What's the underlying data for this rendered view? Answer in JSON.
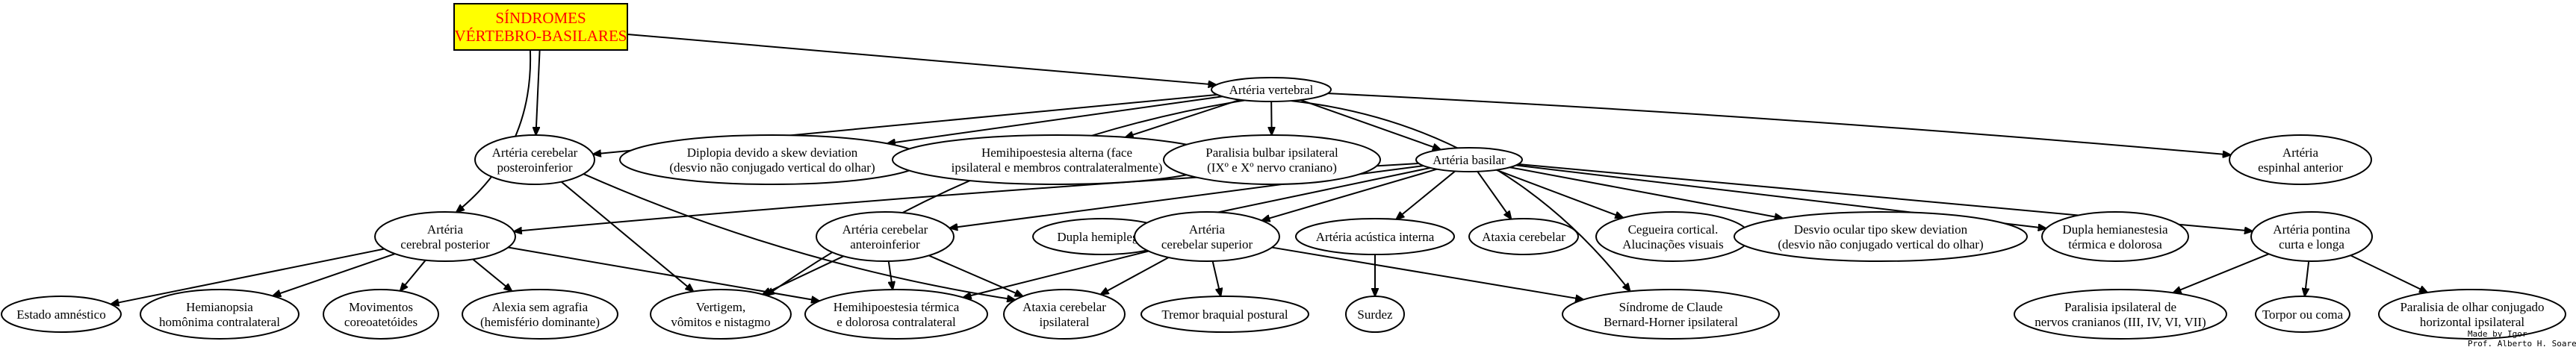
{
  "diagram": {
    "colors": {
      "root_fill": "#ffff00",
      "root_text": "#ff0000",
      "node_fill": "#ffffff",
      "stroke": "#000000"
    },
    "nodes": {
      "root": [
        "SÍNDROMES",
        "VÉRTEBRO-BASILARES"
      ],
      "arteria_vertebral": [
        "Artéria vertebral"
      ],
      "arteria_cerebelar_posteroinferior": [
        "Artéria cerebelar",
        "posteroinferior"
      ],
      "diplopia": [
        "Diplopia devido a skew deviation",
        "(desvio não conjugado vertical do olhar)"
      ],
      "hemihipoestesia_alterna": [
        "Hemihipoestesia alterna (face",
        "ipsilateral e membros contralateralmente)"
      ],
      "paralisia_bulbar": [
        "Paralisia bulbar ipsilateral",
        "(IXº e Xº nervo craniano)"
      ],
      "arteria_basilar": [
        "Artéria basilar"
      ],
      "arteria_espinhal_anterior": [
        "Artéria",
        "espinhal anterior"
      ],
      "arteria_cerebral_posterior": [
        "Artéria",
        "cerebral posterior"
      ],
      "arteria_cerebelar_anteroinferior": [
        "Artéria cerebelar",
        "anteroinferior"
      ],
      "dupla_hemiplegia": [
        "Dupla hemiplegia"
      ],
      "arteria_cerebelar_superior": [
        "Artéria",
        "cerebelar superior"
      ],
      "arteria_acustica_interna": [
        "Artéria acústica interna"
      ],
      "ataxia_cerebelar": [
        "Ataxia cerebelar"
      ],
      "cegueira_cortical": [
        "Cegueira cortical.",
        "Alucinações visuais"
      ],
      "desvio_ocular": [
        "Desvio ocular tipo skew deviation",
        "(desvio não conjugado vertical do olhar)"
      ],
      "dupla_hemianestesia": [
        "Dupla hemianestesia",
        "térmica e dolorosa"
      ],
      "arteria_pontina": [
        "Artéria pontina",
        "curta e longa"
      ],
      "estado_amnestico": [
        "Estado amnéstico"
      ],
      "hemianopsia": [
        "Hemianopsia",
        "homônima contralateral"
      ],
      "movimentos": [
        "Movimentos",
        "coreoatetóides"
      ],
      "alexia": [
        "Alexia sem agrafia",
        "(hemisfério dominante)"
      ],
      "vertigem": [
        "Vertigem,",
        "vômitos e nistagmo"
      ],
      "hemihipoestesia_termica": [
        "Hemihipoestesia térmica",
        "e dolorosa contralateral"
      ],
      "ataxia_ipsilateral": [
        "Ataxia cerebelar",
        "ipsilateral"
      ],
      "tremor": [
        "Tremor braquial postural"
      ],
      "surdez": [
        "Surdez"
      ],
      "claude_bernard": [
        "Síndrome de Claude",
        "Bernard-Horner ipsilateral"
      ],
      "paralisia_ipsilateral_nervos": [
        "Paralisia ipsilateral de",
        "nervos cranianos (III, IV, VI, VII)"
      ],
      "torpor": [
        "Torpor ou coma"
      ],
      "paralisia_olhar": [
        "Paralisia de olhar conjugado",
        "horizontal ipsilateral"
      ]
    },
    "credit": [
      "Made by Igor",
      "Prof. Alberto H. Soares"
    ]
  }
}
